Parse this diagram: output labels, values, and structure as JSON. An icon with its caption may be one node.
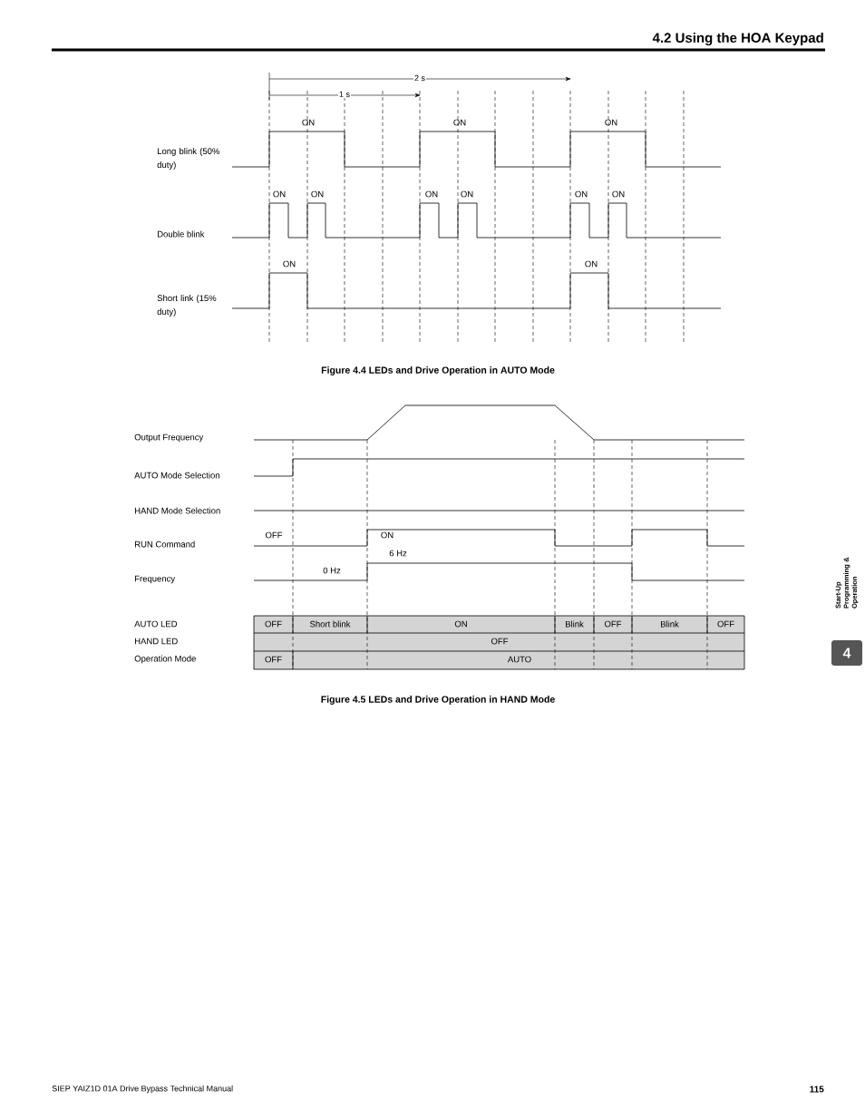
{
  "diagram": {
    "title": "4.2 Using the HOA Keypad",
    "labels": [
      "2 s",
      "1 s",
      "ON",
      "ON",
      "ON",
      "Long blink (50% duty)",
      "ON",
      "ON",
      "ON",
      "ON",
      "ON",
      "ON",
      "Double blink",
      "ON",
      "ON",
      "Short link (15% duty)",
      "Figure 4.4  LEDs and Drive Operation in AUTO Mode",
      "Output Frequency",
      "AUTO Mode Selection",
      "HAND Mode Selection",
      "OFF",
      "ON",
      "RUN Command",
      "6 Hz",
      "0 Hz",
      "Frequency",
      "AUTO LED",
      "OFF",
      "Short blink",
      "ON",
      "Blink",
      "OFF",
      "Blink",
      "OFF",
      "HAND LED",
      "OFF",
      "Operation Mode",
      "OFF",
      "AUTO",
      "Figure 4.5  LEDs and Drive Operation in HAND Mode",
      "Start-Up Programming & Operation",
      "4",
      "SIEP YAIZ1D 01A Drive Bypass Technical Manual",
      "115"
    ]
  }
}
